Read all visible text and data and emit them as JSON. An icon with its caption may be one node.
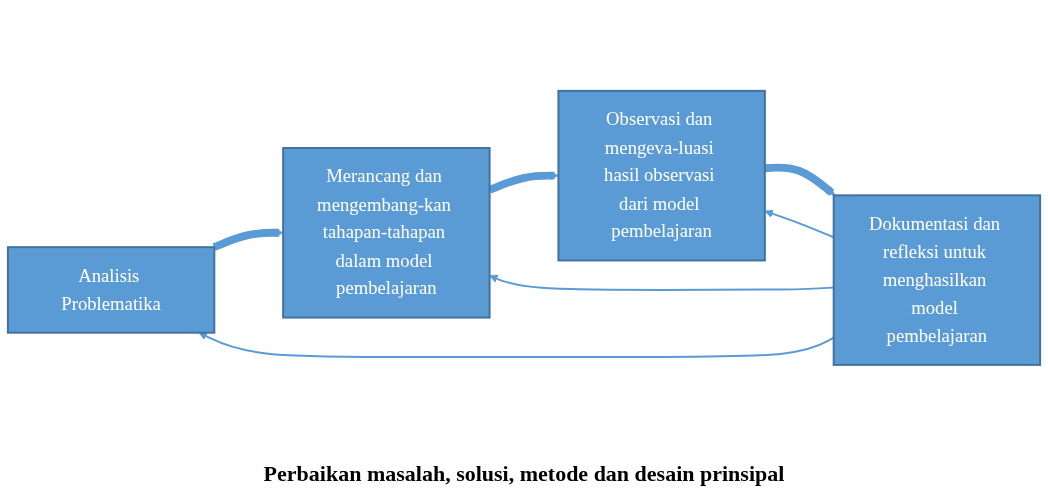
{
  "diagram": {
    "caption": "Perbaikan masalah, solusi, metode dan desain prinsipal",
    "nodes": [
      {
        "text": [
          "Analisis Problematika"
        ]
      },
      {
        "text": [
          "Merancang dan mengembang-kan tahapan-tahapan dalam model pembelajaran"
        ]
      },
      {
        "text": [
          "Observasi dan mengeva-luasi hasil observasi dari model pembelajaran"
        ]
      },
      {
        "text": [
          "Dokumentasi dan refleksi untuk menghasilkan model pembelajaran"
        ]
      }
    ],
    "edges": [
      {
        "from": 0,
        "to": 1,
        "arrow": "to",
        "style": "thick"
      },
      {
        "from": 1,
        "to": 2,
        "arrow": "to",
        "style": "thick"
      },
      {
        "from": 2,
        "to": 3,
        "arrow": "to",
        "style": "thick"
      },
      {
        "from": 3,
        "to": 0,
        "arrow": "to"
      },
      {
        "from": 3,
        "to": 1,
        "arrow": "to"
      },
      {
        "from": 3,
        "to": 2,
        "arrow": "to"
      }
    ]
  }
}
